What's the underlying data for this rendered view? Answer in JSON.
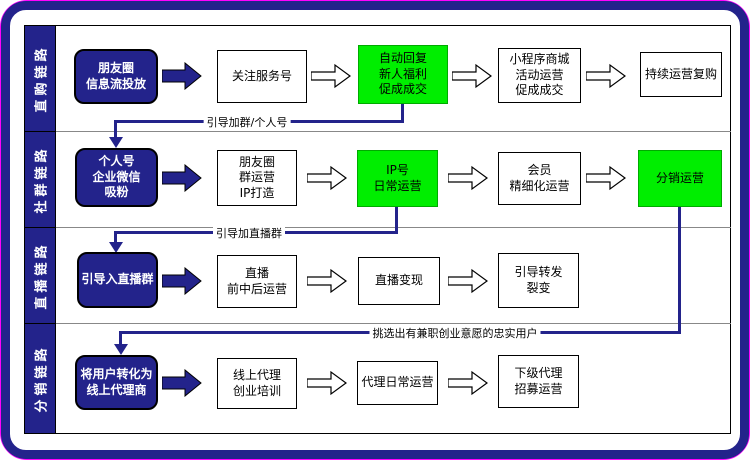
{
  "colors": {
    "navy": "#23238B",
    "green": "#00EE00",
    "frame_outline": "#FF00FF",
    "divider": "#888888"
  },
  "rows": [
    {
      "sidebar": "直购链路",
      "nodes": [
        "朋友圈\n信息流投放",
        "关注服务号",
        "自动回复\n新人福利\n促成成交",
        "小程序商城\n活动运营\n促成成交",
        "持续运营复购"
      ]
    },
    {
      "sidebar": "社群链路",
      "nodes": [
        "个人号\n企业微信\n吸粉",
        "朋友圈\n群运营\nIP打造",
        "IP号\n日常运营",
        "会员\n精细化运营",
        "分销运营"
      ]
    },
    {
      "sidebar": "直播链路",
      "nodes": [
        "引导入直播群",
        "直播\n前中后运营",
        "直播变现",
        "引导转发\n裂变"
      ]
    },
    {
      "sidebar": "分销链路",
      "nodes": [
        "将用户转化为\n线上代理商",
        "线上代理\n创业培训",
        "代理日常运营",
        "下级代理\n招募运营"
      ]
    }
  ],
  "connectors": [
    {
      "label": "引导加群/个人号"
    },
    {
      "label": "引导加直播群"
    },
    {
      "label": "挑选出有兼职创业意愿的忠实用户"
    }
  ]
}
